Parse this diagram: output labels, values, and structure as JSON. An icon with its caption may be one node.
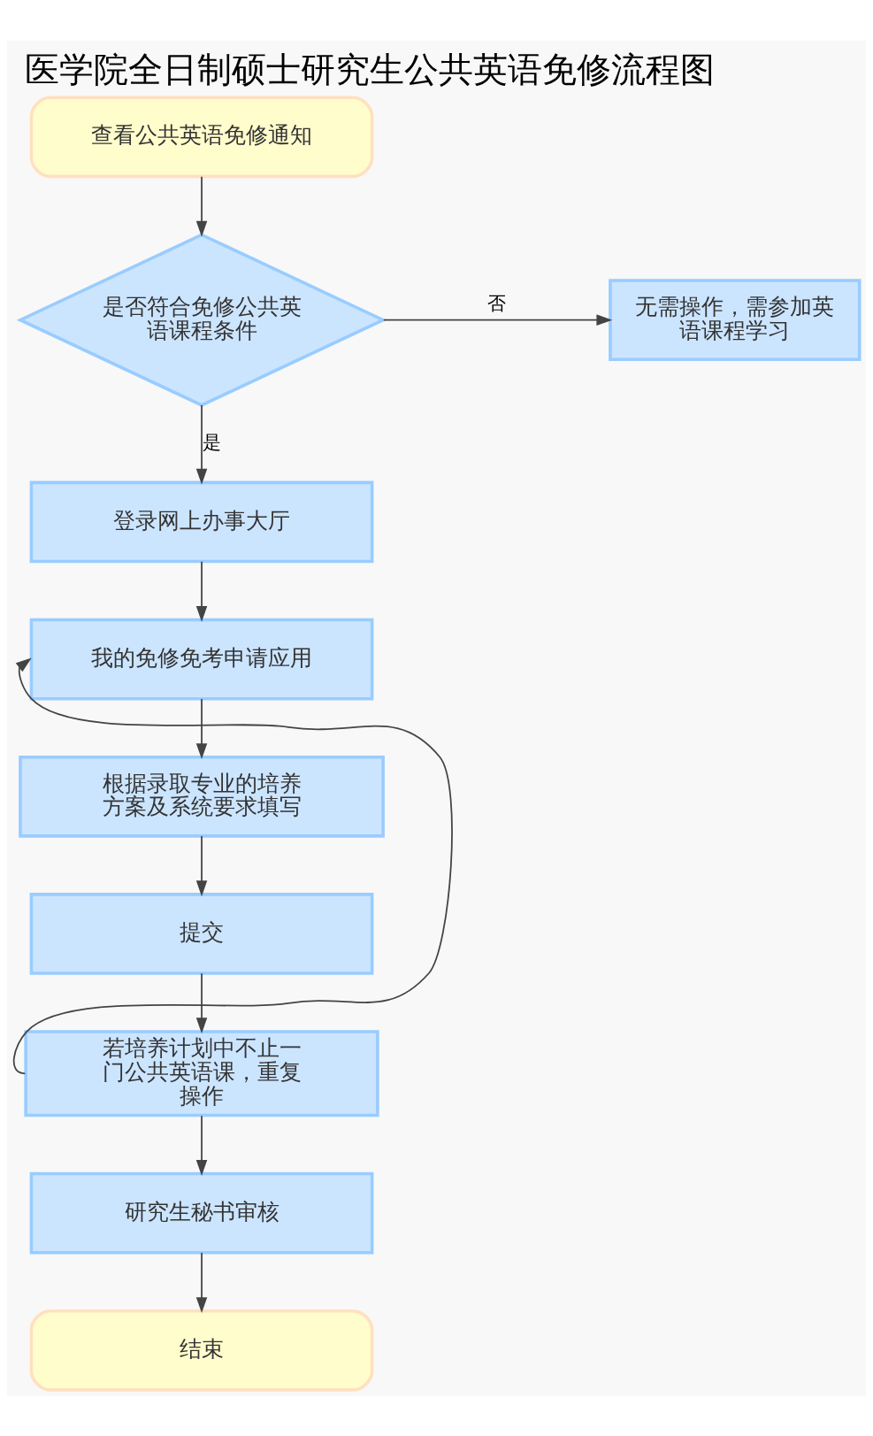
{
  "diagram": {
    "title": "医学院全日制硕士研究生公共英语免修流程图",
    "nodes": [
      {
        "text": [
          "查看公共英语免修通知"
        ]
      },
      {
        "text": [
          "是否符合免修公共英语课程条件"
        ]
      },
      {
        "text": [
          "无需操作，需参加英语课程学习"
        ]
      },
      {
        "text": [
          "登录网上办事大厅"
        ]
      },
      {
        "text": [
          "我的免修免考申请应用"
        ]
      },
      {
        "text": [
          "根据录取专业的培养方案及系统要求填写"
        ]
      },
      {
        "text": [
          "提交"
        ]
      },
      {
        "text": [
          "若培养计划中不止一门公共英语课，重复操作"
        ]
      },
      {
        "text": [
          "研究生秘书审核"
        ]
      },
      {
        "text": [
          "结束"
        ]
      }
    ],
    "edges": [
      {
        "from": 0,
        "to": 1,
        "arrow": "to"
      },
      {
        "from": 1,
        "to": 2,
        "arrow": "to",
        "label": "否"
      },
      {
        "from": 1,
        "to": 3,
        "arrow": "to",
        "label": "是"
      },
      {
        "from": 3,
        "to": 4,
        "arrow": "to"
      },
      {
        "from": 4,
        "to": 5,
        "arrow": "to"
      },
      {
        "from": 5,
        "to": 6,
        "arrow": "to"
      },
      {
        "from": 6,
        "to": 7,
        "arrow": "to"
      },
      {
        "from": 7,
        "to": 4,
        "arrow": "to"
      },
      {
        "from": 7,
        "to": 8,
        "arrow": "to"
      },
      {
        "from": 8,
        "to": 9,
        "arrow": "to"
      }
    ]
  }
}
